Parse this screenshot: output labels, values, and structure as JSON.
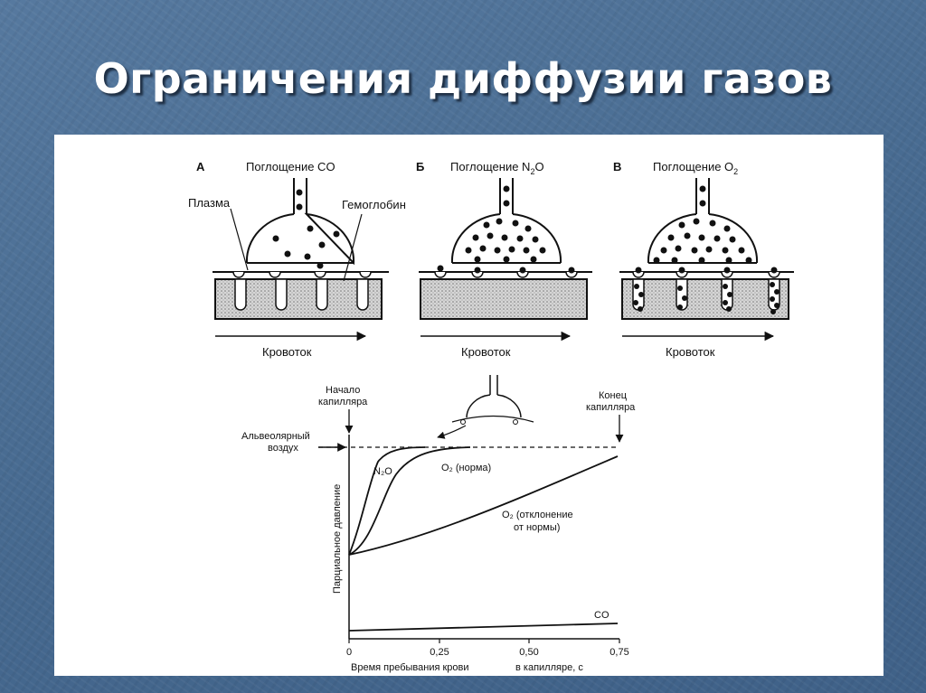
{
  "slide": {
    "title": "Ограничения диффузии газов"
  },
  "panels": [
    {
      "letter": "А",
      "title_prefix": "Поглощение CO",
      "title_sub": "",
      "title_suffix": ""
    },
    {
      "letter": "Б",
      "title_prefix": "Поглощение N",
      "title_sub": "2",
      "title_suffix": "O"
    },
    {
      "letter": "В",
      "title_prefix": "Поглощение O",
      "title_sub": "2",
      "title_suffix": ""
    }
  ],
  "labels": {
    "plasma": "Плазма",
    "hemoglobin": "Гемоглобин",
    "blood_flow": "Кровоток"
  },
  "graph": {
    "capillary_start_line1": "Начало",
    "capillary_start_line2": "капилляра",
    "capillary_end_line1": "Конец",
    "capillary_end_line2": "капилляра",
    "alveolar_line1": "Альвеолярный",
    "alveolar_line2": "воздух",
    "ylabel": "Парциальное давление",
    "xlabel_part1": "Время пребывания крови",
    "xlabel_part2": "в капилляре, с",
    "xticks": [
      "0",
      "0,25",
      "0,50",
      "0,75"
    ],
    "curves": {
      "n2o": {
        "label": "N₂O"
      },
      "o2_normal": {
        "label": "O₂ (норма)"
      },
      "o2_abnormal": {
        "label_line1": "O₂ (отклонение",
        "label_line2": "от нормы)"
      },
      "co": {
        "label": "CO"
      }
    }
  }
}
